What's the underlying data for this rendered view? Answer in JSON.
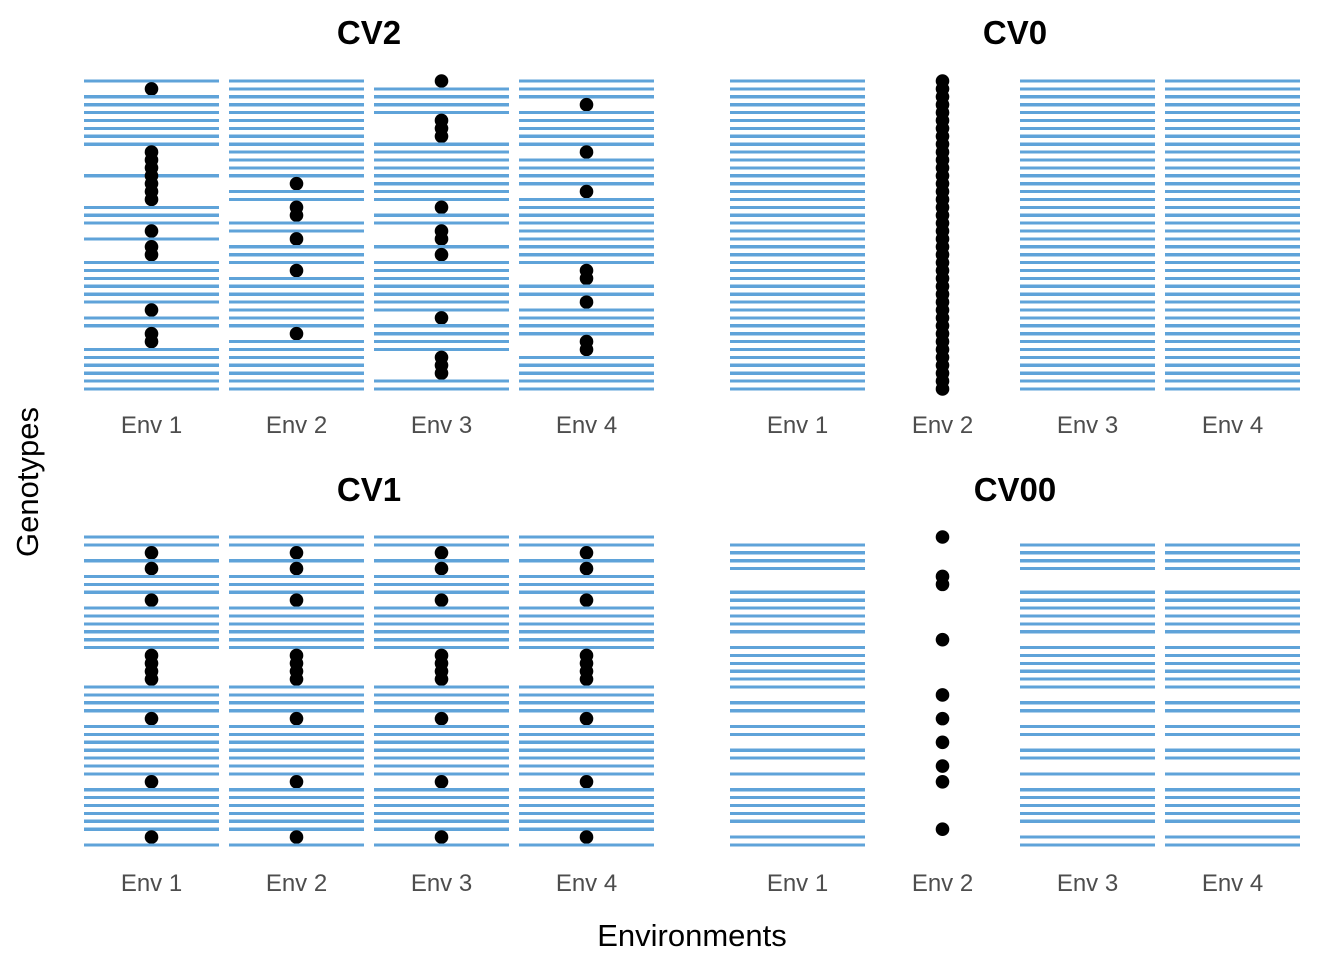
{
  "figure": {
    "x_axis_title": "Environments",
    "y_axis_title": "Genotypes",
    "colors": {
      "line_blue": "#5FA3D9",
      "dot_black": "#000000",
      "env_label_gray": "#4D4D4D",
      "title_black": "#000000",
      "background": "#FFFFFF"
    }
  },
  "chart_data": {
    "type": "scatter",
    "description": "Four-panel illustration of cross-validation schemes. Blue horizontal lines = observed genotype-by-environment cells; black dots = masked/predicted cells; blank = cells removed from the data.",
    "x_axis_title": "Environments",
    "y_axis_title": "Genotypes",
    "n_genotype_rows": 40,
    "legend": "none",
    "panels": [
      {
        "title": "CV2",
        "grid_row": 0,
        "grid_col": 0,
        "environments": [
          {
            "label": "Env 1",
            "masked_dots": [
              1,
              9,
              10,
              11,
              12,
              13,
              14,
              15,
              19,
              21,
              22,
              29,
              32,
              33
            ],
            "absent_rows": [],
            "line_under_dot": [
              12
            ]
          },
          {
            "label": "Env 2",
            "masked_dots": [
              13,
              16,
              17,
              20,
              24,
              32
            ],
            "absent_rows": [],
            "line_under_dot": []
          },
          {
            "label": "Env 3",
            "masked_dots": [
              0,
              5,
              6,
              7,
              16,
              19,
              20,
              22,
              30,
              35,
              36,
              37
            ],
            "absent_rows": [],
            "line_under_dot": []
          },
          {
            "label": "Env 4",
            "masked_dots": [
              3,
              9,
              14,
              24,
              25,
              28,
              33,
              34
            ],
            "absent_rows": [],
            "line_under_dot": []
          }
        ]
      },
      {
        "title": "CV0",
        "grid_row": 0,
        "grid_col": 1,
        "environments": [
          {
            "label": "Env 1",
            "masked_dots": [],
            "absent_rows": [],
            "line_under_dot": []
          },
          {
            "label": "Env 2",
            "masked_dots": [
              0,
              1,
              2,
              3,
              4,
              5,
              6,
              7,
              8,
              9,
              10,
              11,
              12,
              13,
              14,
              15,
              16,
              17,
              18,
              19,
              20,
              21,
              22,
              23,
              24,
              25,
              26,
              27,
              28,
              29,
              30,
              31,
              32,
              33,
              34,
              35,
              36,
              37,
              38,
              39
            ],
            "absent_rows": [],
            "line_under_dot": []
          },
          {
            "label": "Env 3",
            "masked_dots": [],
            "absent_rows": [],
            "line_under_dot": []
          },
          {
            "label": "Env 4",
            "masked_dots": [],
            "absent_rows": [],
            "line_under_dot": []
          }
        ]
      },
      {
        "title": "CV1",
        "grid_row": 1,
        "grid_col": 0,
        "environments": [
          {
            "label": "Env 1",
            "masked_dots": [
              2,
              4,
              8,
              15,
              16,
              17,
              18,
              23,
              31,
              38
            ],
            "absent_rows": [],
            "line_under_dot": []
          },
          {
            "label": "Env 2",
            "masked_dots": [
              2,
              4,
              8,
              15,
              16,
              17,
              18,
              23,
              31,
              38
            ],
            "absent_rows": [],
            "line_under_dot": []
          },
          {
            "label": "Env 3",
            "masked_dots": [
              2,
              4,
              8,
              15,
              16,
              17,
              18,
              23,
              31,
              38
            ],
            "absent_rows": [],
            "line_under_dot": []
          },
          {
            "label": "Env 4",
            "masked_dots": [
              2,
              4,
              8,
              15,
              16,
              17,
              18,
              23,
              31,
              38
            ],
            "absent_rows": [],
            "line_under_dot": []
          }
        ]
      },
      {
        "title": "CV00",
        "grid_row": 1,
        "grid_col": 1,
        "environments": [
          {
            "label": "Env 1",
            "masked_dots": [],
            "absent_rows": [
              0,
              5,
              6,
              13,
              20,
              23,
              26,
              29,
              31,
              37
            ],
            "line_under_dot": []
          },
          {
            "label": "Env 2",
            "masked_dots": [
              0,
              5,
              6,
              13,
              20,
              23,
              26,
              29,
              31,
              37
            ],
            "absent_rows": [
              1,
              2,
              3,
              4,
              7,
              8,
              9,
              10,
              11,
              12,
              14,
              15,
              16,
              17,
              18,
              19,
              21,
              22,
              24,
              25,
              27,
              28,
              30,
              32,
              33,
              34,
              35,
              36,
              38,
              39
            ],
            "line_under_dot": []
          },
          {
            "label": "Env 3",
            "masked_dots": [],
            "absent_rows": [
              0,
              5,
              6,
              13,
              20,
              23,
              26,
              29,
              31,
              37
            ],
            "line_under_dot": []
          },
          {
            "label": "Env 4",
            "masked_dots": [],
            "absent_rows": [
              0,
              5,
              6,
              13,
              20,
              23,
              26,
              29,
              31,
              37
            ],
            "line_under_dot": []
          }
        ]
      }
    ]
  }
}
